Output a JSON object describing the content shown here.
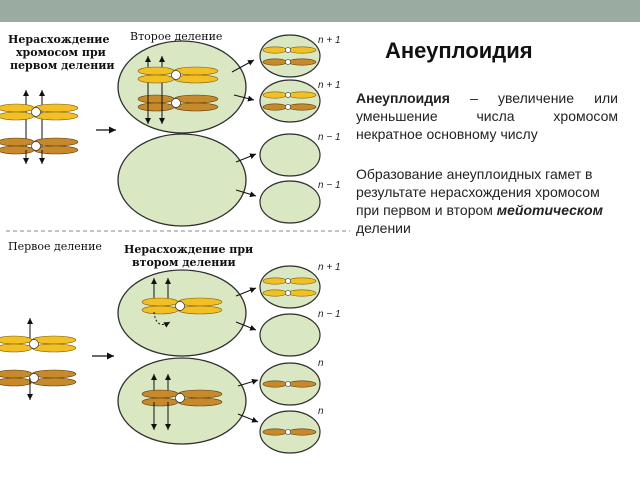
{
  "slide": {
    "title": "Анеуплоидия",
    "definition": {
      "term": "Анеуплоидия",
      "text": " – увеличение или уменьшение числа хромосом некратное основному числу"
    },
    "formation": {
      "text_before": "Образование анеуплоидных гамет в результате нерасхождения хромосом при первом и втором ",
      "emphasis": "мейотическом",
      "text_after": " делении"
    }
  },
  "diagram": {
    "top": {
      "label_left": [
        "Нерасхождение",
        "хромосом при",
        "первом  делении"
      ],
      "label_second": "Второе деление",
      "gamete_labels": [
        "n + 1",
        "n + 1",
        "n − 1",
        "n − 1"
      ]
    },
    "bottom": {
      "label_left": "Первое деление",
      "label_right": [
        "Нерасхождение при",
        "втором делении"
      ],
      "gamete_labels": [
        "n + 1",
        "n − 1",
        "n",
        "n"
      ]
    },
    "colors": {
      "cell_fill": "#d9e8c2",
      "cell_stroke": "#2f2f2f",
      "chrom_yellow": "#f2c024",
      "chrom_brown": "#c68a2c",
      "topbar": "#9aaba1"
    }
  }
}
